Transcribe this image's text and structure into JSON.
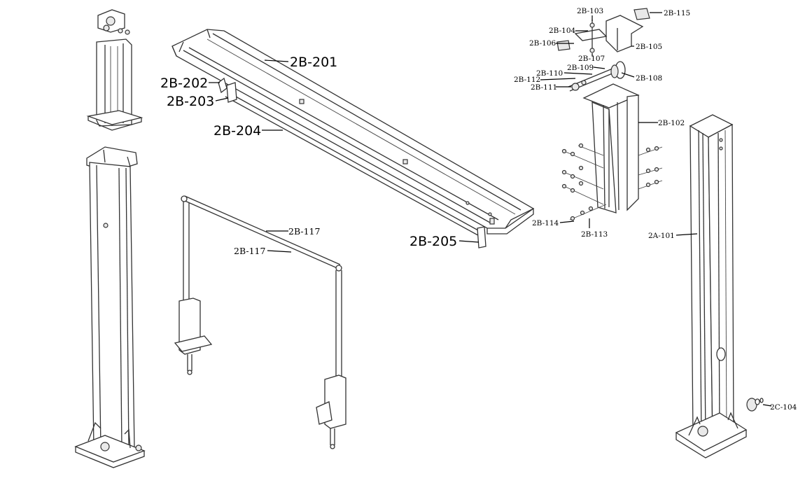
{
  "labels": {
    "p2B201": "2B-201",
    "p2B202": "2B-202",
    "p2B203": "2B-203",
    "p2B204": "2B-204",
    "p2B205": "2B-205",
    "p2B117a": "2B-117",
    "p2B117b": "2B-117",
    "p2B103": "2B-103",
    "p2B104": "2B-104",
    "p2B106": "2B-106",
    "p2B107": "2B-107",
    "p2B105": "2B-105",
    "p2B115": "2B-115",
    "p2B109": "2B-109",
    "p2B110": "2B-110",
    "p2B112": "2B-112",
    "p2B111": "2B-111",
    "p2B108": "2B-108",
    "p2B102": "2B-102",
    "p2B114": "2B-114",
    "p2B113": "2B-113",
    "p2A101": "2A-101",
    "p2C104": "2C-104"
  }
}
